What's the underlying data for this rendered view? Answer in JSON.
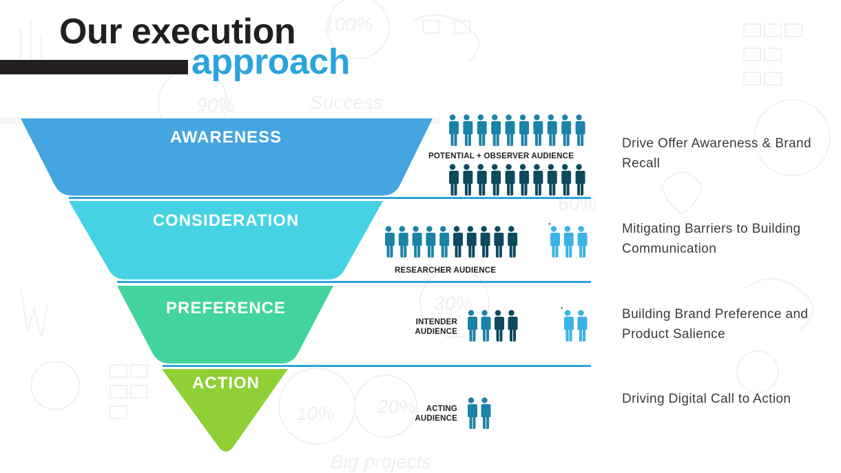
{
  "title": {
    "line1": "Our execution",
    "line2": "approach"
  },
  "stages": [
    {
      "label": "AWARENESS",
      "color": "#44a5e0",
      "description": "Drive Offer Awareness & Brand Recall"
    },
    {
      "label": "CONSIDERATION",
      "color": "#45d3e4",
      "description": "Mitigating Barriers to Building Communication"
    },
    {
      "label": "PREFERENCE",
      "color": "#43d49e",
      "description": "Building Brand Preference and Product Salience"
    },
    {
      "label": "ACTION",
      "color": "#90cf36",
      "description": "Driving Digital Call to Action"
    }
  ],
  "audiences": {
    "awareness": {
      "label": "POTENTIAL + OBSERVER AUDIENCE",
      "top_row_count": 10,
      "bottom_row_count": 10
    },
    "consideration": {
      "label": "RESEARCHER AUDIENCE",
      "teal_count": 5,
      "dark_count": 5,
      "light_count": 3,
      "marker": "*"
    },
    "preference": {
      "label_line1": "INTENDER",
      "label_line2": "AUDIENCE",
      "teal_count": 2,
      "dark_count": 2,
      "light_count": 2,
      "marker": "*"
    },
    "action": {
      "label_line1": "ACTING",
      "label_line2": "AUDIENCE",
      "teal_count": 2
    }
  },
  "colors": {
    "title_dark": "#231f20",
    "accent_blue": "#2ba3dc",
    "person_teal": "#1b83a8",
    "person_dark": "#0d4a5e",
    "person_light": "#3ab3e6"
  },
  "icons": {
    "person": "person-icon"
  }
}
